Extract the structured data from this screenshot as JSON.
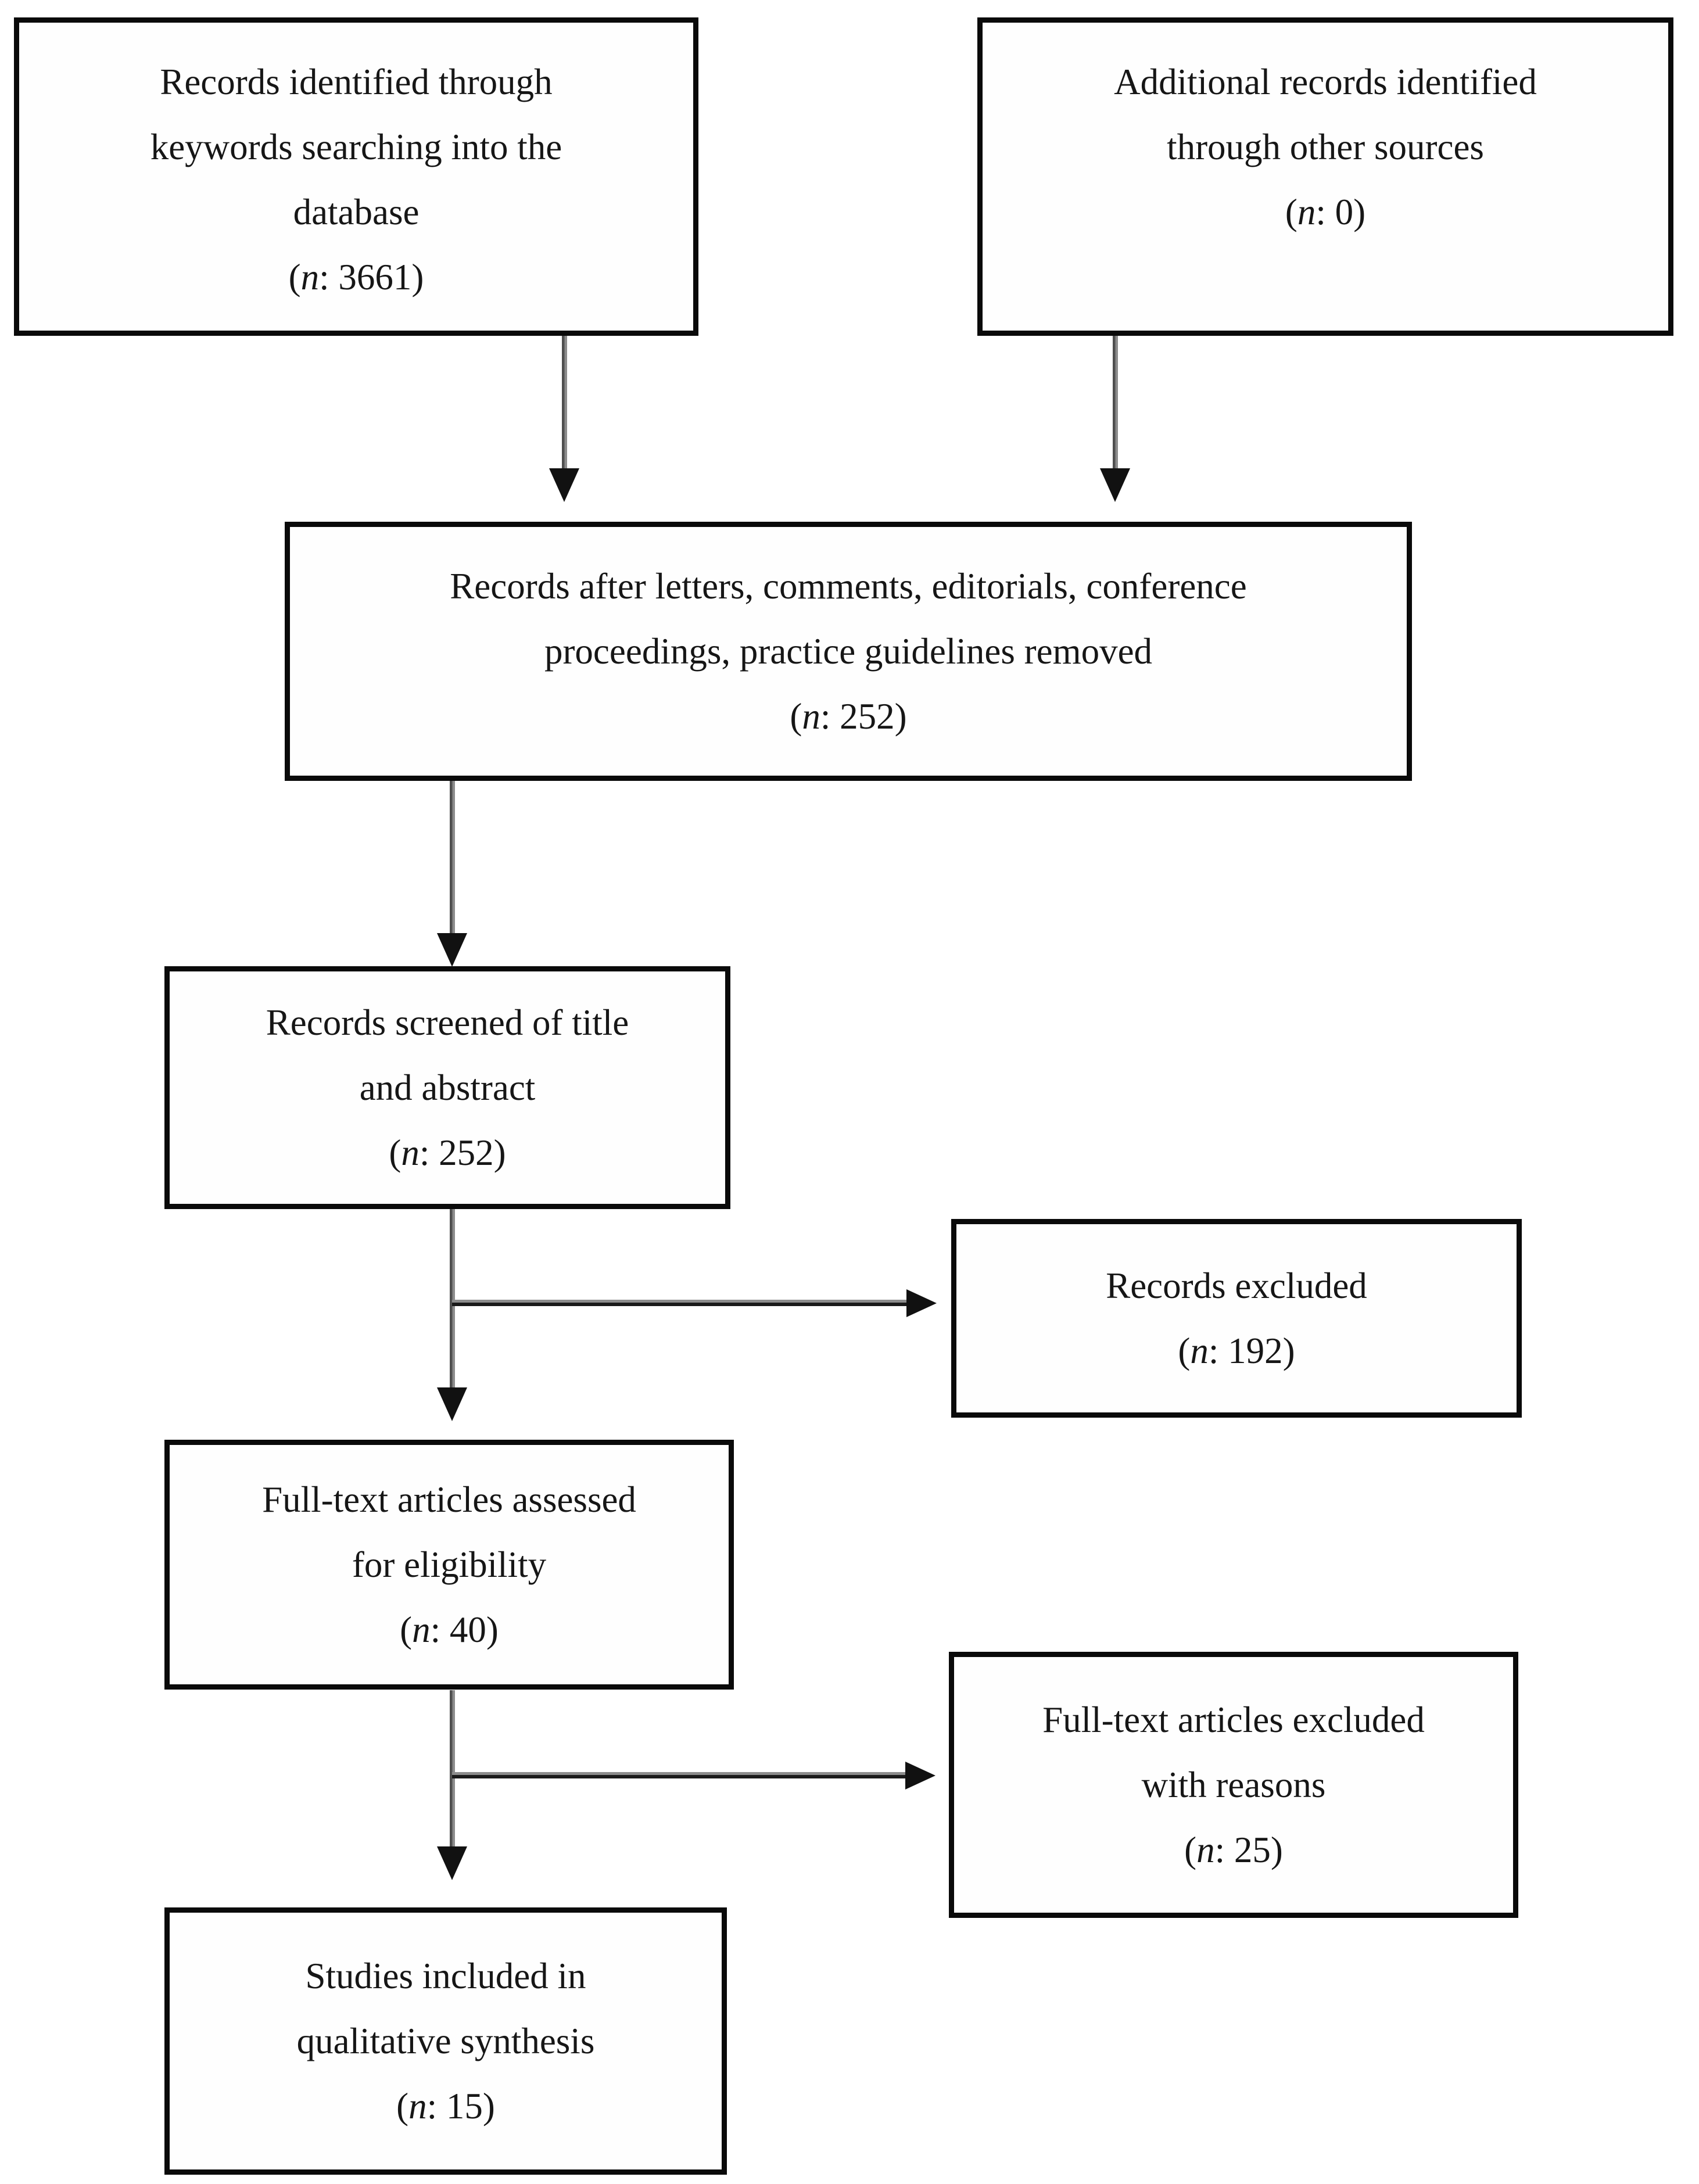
{
  "diagram": {
    "type": "prisma-flow",
    "colors": {
      "background": "#ffffff",
      "box_border": "#0a0a0a",
      "text": "#161616",
      "arrow_shaft_gray": "#8c8c8c",
      "arrow_head_black": "#111111"
    },
    "boxes": {
      "records_identified": {
        "lines": [
          "Records identified through",
          "keywords searching into the",
          "database"
        ],
        "count": {
          "open": "(",
          "n": "n",
          "rest": ": 3661)"
        },
        "n_value": "3661"
      },
      "additional_records": {
        "lines": [
          "Additional records identified",
          "through other sources"
        ],
        "count": {
          "open": "(",
          "n": "n",
          "rest": ": 0)"
        },
        "n_value": "0"
      },
      "records_after_removal": {
        "lines": [
          "Records after letters, comments, editorials, conference",
          "proceedings, practice guidelines removed"
        ],
        "count": {
          "open": "(",
          "n": "n",
          "rest": ": 252)"
        },
        "n_value": "252"
      },
      "records_screened": {
        "lines": [
          "Records screened of title",
          "and abstract"
        ],
        "count": {
          "open": "(",
          "n": "n",
          "rest": ": 252)"
        },
        "n_value": "252"
      },
      "records_excluded": {
        "lines": [
          "Records excluded"
        ],
        "count": {
          "open": "(",
          "n": "n",
          "rest": ": 192)"
        },
        "n_value": "192"
      },
      "full_text_assessed": {
        "lines": [
          "Full-text articles assessed",
          "for eligibility"
        ],
        "count": {
          "open": "(",
          "n": "n",
          "rest": ": 40)"
        },
        "n_value": "40"
      },
      "full_text_excluded": {
        "lines": [
          "Full-text articles excluded",
          "with reasons"
        ],
        "count": {
          "open": "(",
          "n": "n",
          "rest": ": 25)"
        },
        "n_value": "25"
      },
      "studies_included": {
        "lines": [
          "Studies included in",
          "qualitative synthesis"
        ],
        "count": {
          "open": "(",
          "n": "n",
          "rest": ": 15)"
        },
        "n_value": "15"
      }
    }
  }
}
